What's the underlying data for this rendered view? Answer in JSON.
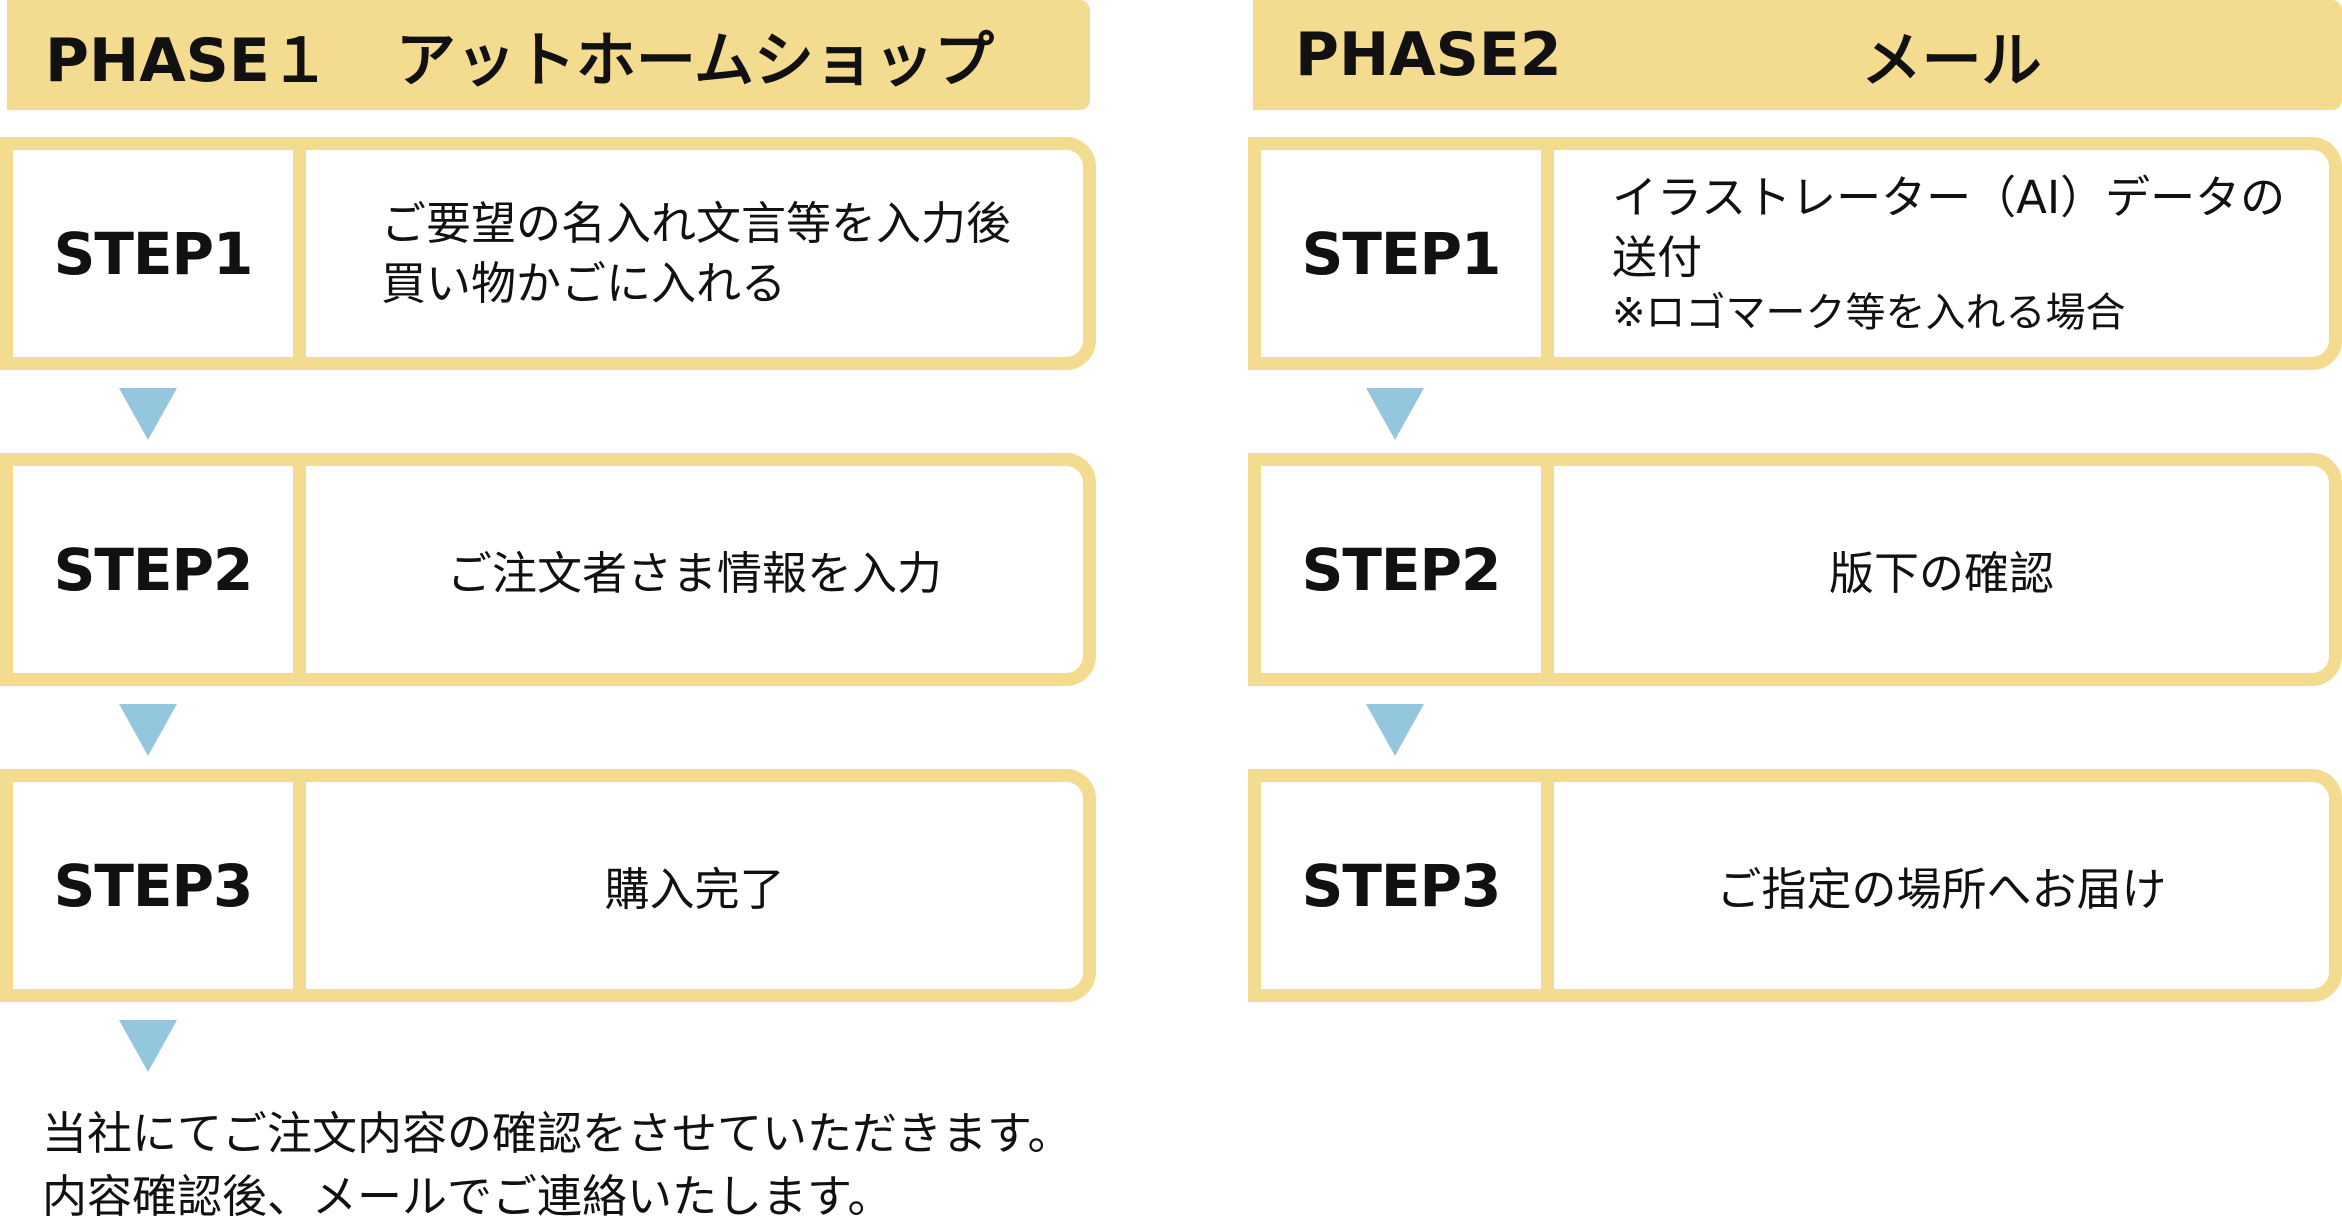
{
  "phases": [
    {
      "phase_label": "PHASE１",
      "title": "アットホームショップ",
      "steps": [
        {
          "label": "STEP1",
          "lines": [
            "ご要望の名入れ文言等を入力後",
            "買い物かごに入れる"
          ]
        },
        {
          "label": "STEP2",
          "lines": [
            "ご注文者さま情報を入力"
          ]
        },
        {
          "label": "STEP3",
          "lines": [
            "購入完了"
          ]
        }
      ],
      "footer_lines": [
        "当社にてご注文内容の確認をさせていただきます。",
        "内容確認後、メールでご連絡いたします。"
      ]
    },
    {
      "phase_label": "PHASE2",
      "title": "メール",
      "steps": [
        {
          "label": "STEP1",
          "lines": [
            "イラストレーター（AI）データの",
            "送付"
          ],
          "note": "※ロゴマーク等を入れる場合"
        },
        {
          "label": "STEP2",
          "lines": [
            "版下の確認"
          ]
        },
        {
          "label": "STEP3",
          "lines": [
            "ご指定の場所へお届け"
          ]
        }
      ]
    }
  ],
  "colors": {
    "header_fill": "#f3dc8f",
    "box_border": "#f3dc8f",
    "arrow": "#94c7dd",
    "text": "#111111"
  }
}
